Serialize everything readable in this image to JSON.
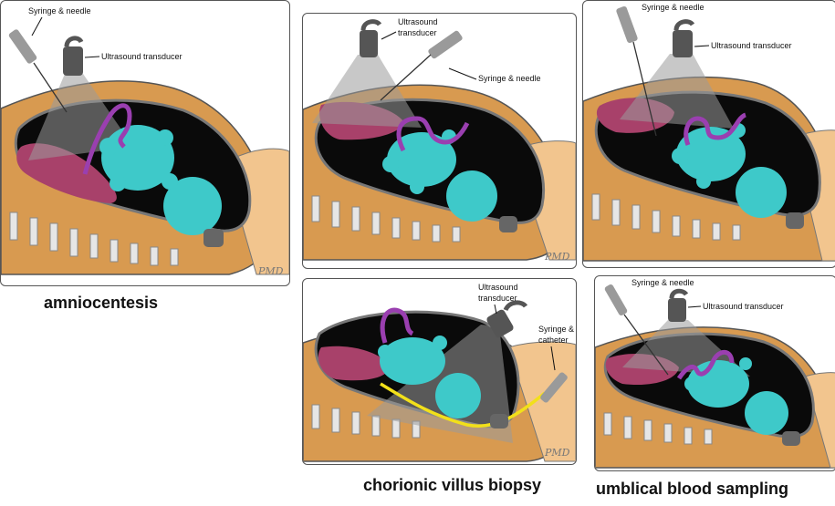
{
  "captions": {
    "amniocentesis": "amniocentesis",
    "chorionic": "chorionic villus biopsy",
    "umbilical": "umblical blood sampling"
  },
  "labels": {
    "syringe_needle": "Syringe & needle",
    "ultrasound_transducer": "Ultrasound transducer",
    "ultrasound": "Ultrasound",
    "transducer": "transducer",
    "syringe_amp": "Syringe &",
    "catheter": "catheter"
  },
  "signature": "PMD",
  "colors": {
    "skin": "#d89a50",
    "skin_light": "#f2c58e",
    "uterus": "#0a0a0a",
    "fetus": "#3ec9c9",
    "placenta": "#a8416a",
    "umbilical_cord": "#9a3fb0",
    "probe": "#555555",
    "catheter": "#f2e01a"
  }
}
